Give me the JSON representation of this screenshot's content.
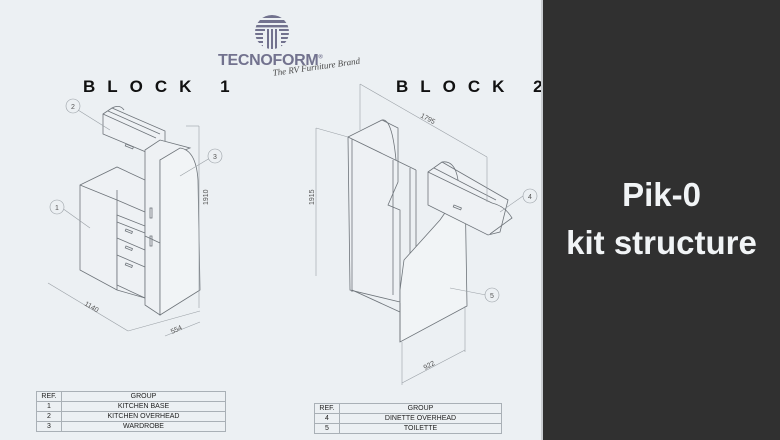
{
  "brand": {
    "name": "TECNOFORM",
    "registered": "®",
    "tagline": "The RV Furniture Brand",
    "logo_color": "#72728e"
  },
  "panel": {
    "title_line1": "Pik-0",
    "title_line2": "kit structure",
    "background": "#303030",
    "text_color": "#f1f4f6"
  },
  "blocks": [
    {
      "title": "BLOCK 1",
      "dimensions": {
        "width": "1140",
        "depth": "554",
        "height": "1910"
      },
      "callouts": [
        "1",
        "2",
        "3"
      ],
      "table": {
        "headers": [
          "REF.",
          "GROUP"
        ],
        "rows": [
          {
            "ref": "1",
            "group": "KITCHEN BASE"
          },
          {
            "ref": "2",
            "group": "KITCHEN OVERHEAD"
          },
          {
            "ref": "3",
            "group": "WARDROBE"
          }
        ]
      }
    },
    {
      "title": "BLOCK 2",
      "dimensions": {
        "length": "1795",
        "height": "1915",
        "depth": "922"
      },
      "callouts": [
        "4",
        "5"
      ],
      "table": {
        "headers": [
          "REF.",
          "GROUP"
        ],
        "rows": [
          {
            "ref": "4",
            "group": "DINETTE OVERHEAD"
          },
          {
            "ref": "5",
            "group": "TOILETTE"
          }
        ]
      }
    }
  ],
  "colors": {
    "background": "#ecf0f3",
    "line": "#6e747a",
    "dim_line": "#9aa0a6"
  }
}
